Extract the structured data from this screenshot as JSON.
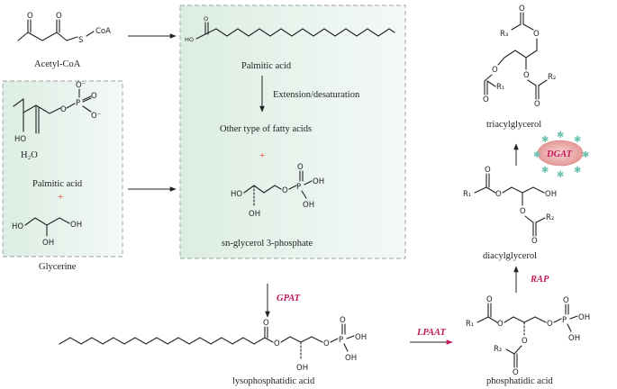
{
  "labels": {
    "acetyl_coa": "Acetyl-CoA",
    "coa": "CoA",
    "palmitic_acid_top": "Palmitic acid",
    "extension": "Extension/desaturation",
    "other_fatty_acids": "Other type of fatty acids",
    "plus_right": "+",
    "g3p": "sn-glycerol 3-phosphate",
    "palmitic_acid_left": "Palmitic acid",
    "plus_left": "+",
    "glycerine": "Glycerine",
    "water": "H₂O",
    "lysophosphatidic_acid": "lysophosphatidic acid",
    "phosphatidic_acid": "phosphatidic acid",
    "diacylglycerol": "diacylglycerol",
    "triacylglycerol": "triacylglycerol"
  },
  "enzymes": {
    "gpat": "GPAT",
    "lpaat": "LPAAT",
    "rap": "RAP",
    "dgat": "DGAT"
  },
  "atoms": {
    "S": "S",
    "O": "O",
    "OH": "OH",
    "HO": "HO",
    "P": "P",
    "R1": "R₁",
    "R2": "R₂",
    "R3": "R₃",
    "O_minus": "O⁻"
  },
  "colors": {
    "panel_fill": "#e5f1ea",
    "panel_border": "#9aa09c",
    "enzyme_text": "#c2185b",
    "plus_red": "#e53935",
    "dgat_ellipse": "#e9a6a4",
    "dgat_stars": "#6cc3b0"
  }
}
